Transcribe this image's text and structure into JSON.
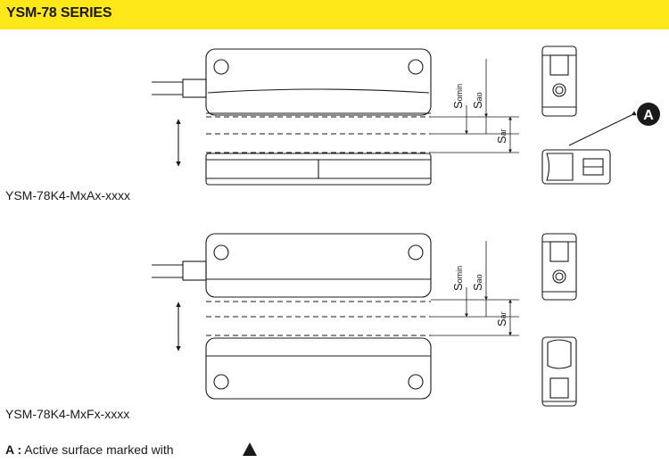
{
  "header": {
    "title": "YSM-78 SERIES",
    "color": "#ffe81a"
  },
  "models": [
    {
      "label": "YSM-78K4-MxAx-xxxx"
    },
    {
      "label": "YSM-78K4-MxFx-xxxx"
    }
  ],
  "dimensions": {
    "somin": "S",
    "somin_sub": "omin",
    "sao": "S",
    "sao_sub": "ao",
    "sar": "S",
    "sar_sub": "ar"
  },
  "callout": {
    "letter": "A"
  },
  "legend": {
    "prefix": "A :",
    "text": "Active surface marked with"
  }
}
